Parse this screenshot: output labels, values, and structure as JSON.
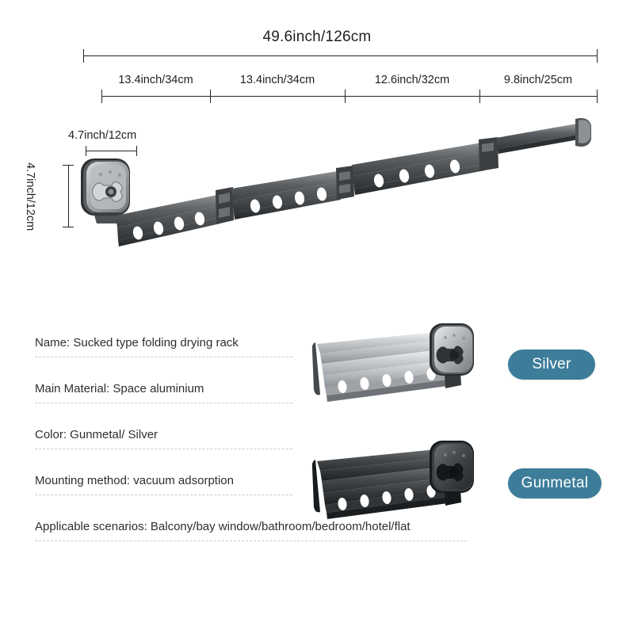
{
  "dimensions": {
    "total_label": "49.6inch/126cm",
    "segments": [
      {
        "label": "13.4inch/34cm"
      },
      {
        "label": "13.4inch/34cm"
      },
      {
        "label": "12.6inch/32cm"
      },
      {
        "label": "9.8inch/25cm"
      }
    ],
    "bracket_width_label": "4.7inch/12cm",
    "bracket_height_label": "4.7inch/12cm"
  },
  "specs": [
    {
      "text": "Name: Sucked type folding drying rack"
    },
    {
      "text": "Main Material: Space aluminium"
    },
    {
      "text": "Color: Gunmetal/ Silver"
    },
    {
      "text": "Mounting method: vacuum adsorption"
    },
    {
      "text": "Applicable scenarios: Balcony/bay window/bathroom/bedroom/hotel/flat"
    }
  ],
  "variants": [
    {
      "name": "Silver",
      "badge_color": "#3d7d9a"
    },
    {
      "name": "Gunmetal",
      "badge_color": "#3d7d9a"
    }
  ],
  "colors": {
    "badge": "#3d7d9a",
    "rule": "#c9c9c9",
    "text": "#2e2e2e",
    "dimension_line": "#262626",
    "background": "#ffffff"
  }
}
